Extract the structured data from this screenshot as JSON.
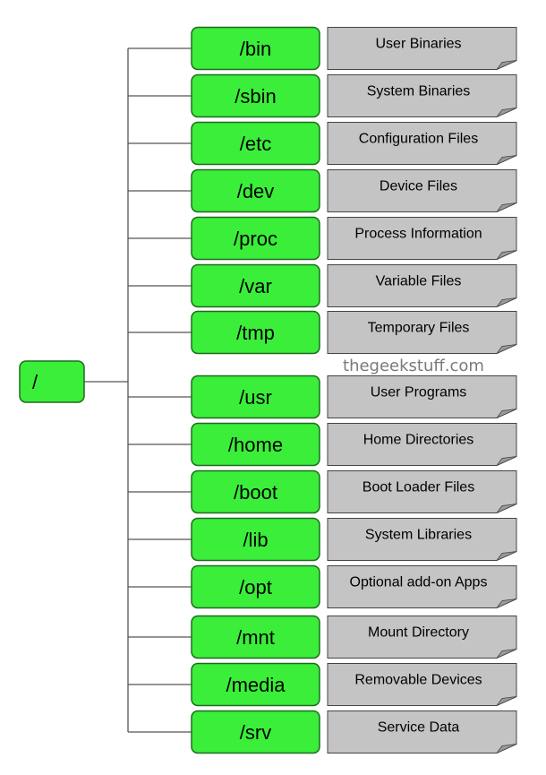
{
  "root": {
    "label": "/"
  },
  "watermark": "thegeekstuff.com",
  "colors": {
    "node_fill": "#3aee3a",
    "node_stroke": "#1f6b1f",
    "note_fill": "#c4c4c4",
    "note_stroke": "#444444",
    "connector": "#555555"
  },
  "directories": [
    {
      "name": "/bin",
      "description": "User Binaries"
    },
    {
      "name": "/sbin",
      "description": "System Binaries"
    },
    {
      "name": "/etc",
      "description": "Configuration Files"
    },
    {
      "name": "/dev",
      "description": "Device Files"
    },
    {
      "name": "/proc",
      "description": "Process Information"
    },
    {
      "name": "/var",
      "description": "Variable Files"
    },
    {
      "name": "/tmp",
      "description": "Temporary Files"
    },
    {
      "name": "/usr",
      "description": "User Programs"
    },
    {
      "name": "/home",
      "description": "Home Directories"
    },
    {
      "name": "/boot",
      "description": "Boot Loader Files"
    },
    {
      "name": "/lib",
      "description": "System Libraries"
    },
    {
      "name": "/opt",
      "description": "Optional add-on Apps"
    },
    {
      "name": "/mnt",
      "description": "Mount Directory"
    },
    {
      "name": "/media",
      "description": "Removable Devices"
    },
    {
      "name": "/srv",
      "description": "Service Data"
    }
  ]
}
